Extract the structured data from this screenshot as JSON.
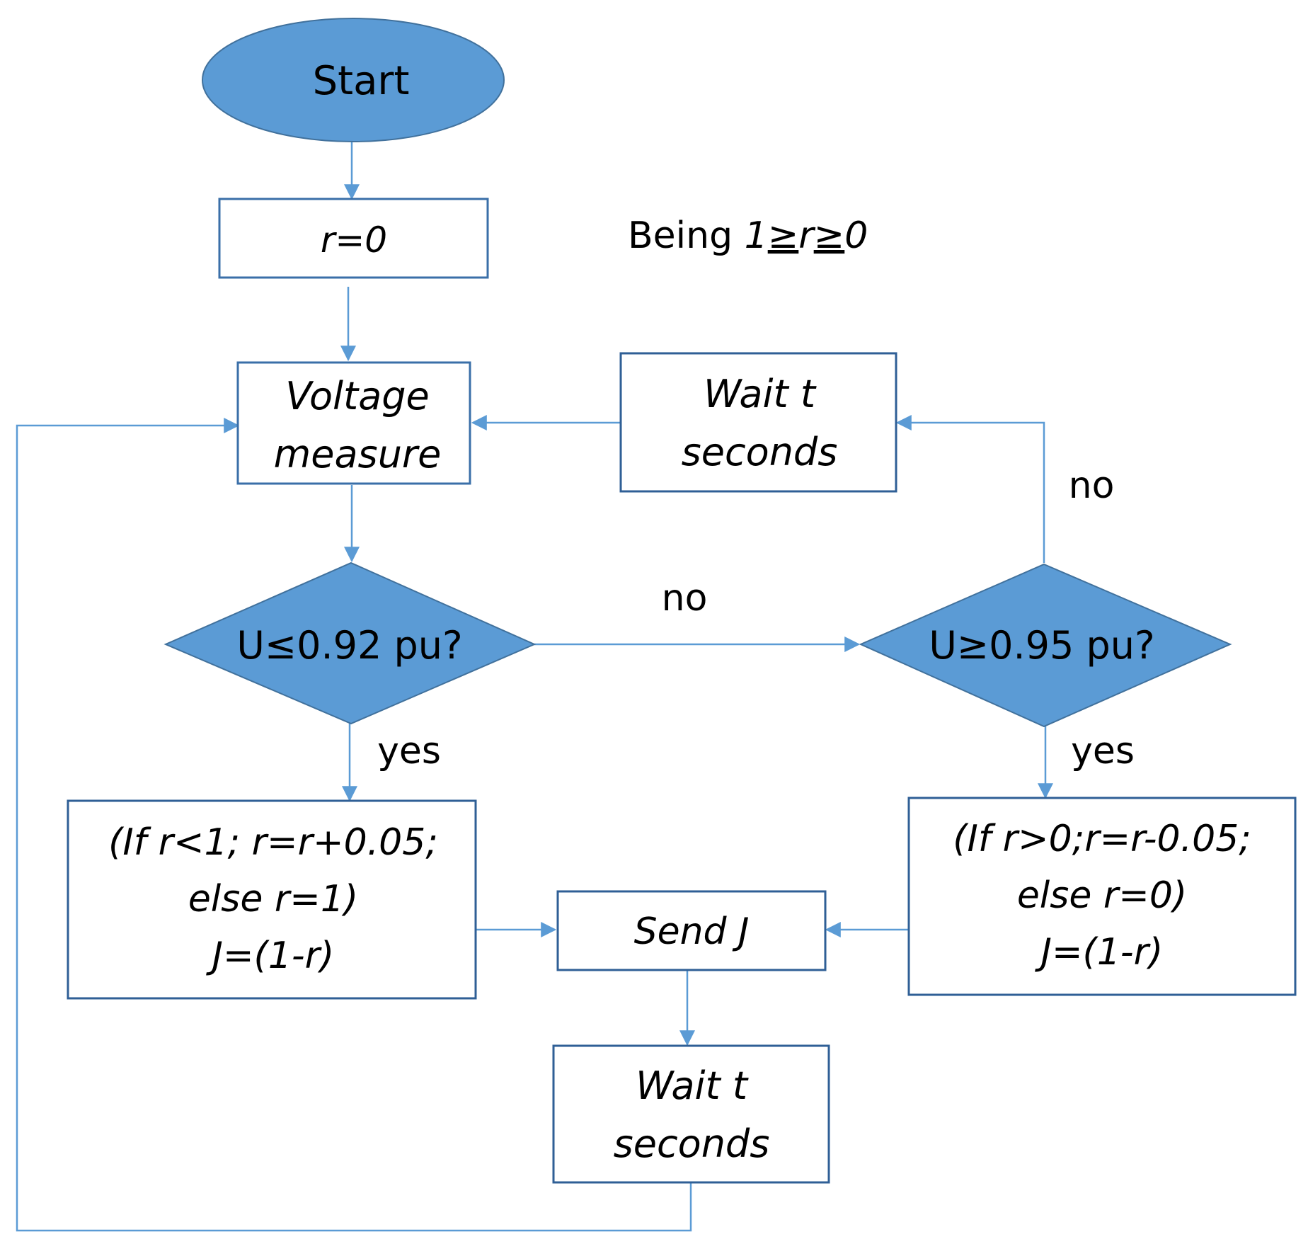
{
  "diagram": {
    "start": "Start",
    "init": "r=0",
    "note": {
      "prefix": "Being ",
      "a": "1",
      "ge1": "≥",
      "r": "r",
      "ge2": "≥",
      "b": "0"
    },
    "measure": {
      "line1": "Voltage",
      "line2": "measure"
    },
    "wait_top": {
      "line1": "Wait t",
      "line2": "seconds"
    },
    "decision_low": "U≤0.92 pu?",
    "decision_high": "U≥0.95 pu?",
    "edge_labels": {
      "no_mid": "no",
      "no_right": "no",
      "yes_left": "yes",
      "yes_right": "yes"
    },
    "increase": {
      "line1": "(If r<1; r=r+0.05;",
      "line2": "else r=1)",
      "line3": "J=(1-r)"
    },
    "decrease": {
      "line1": "(If r>0;r=r-0.05;",
      "line2": "else r=0)",
      "line3": "J=(1-r)"
    },
    "send": "Send J",
    "wait_bottom": {
      "line1": "Wait t",
      "line2": "seconds"
    }
  }
}
